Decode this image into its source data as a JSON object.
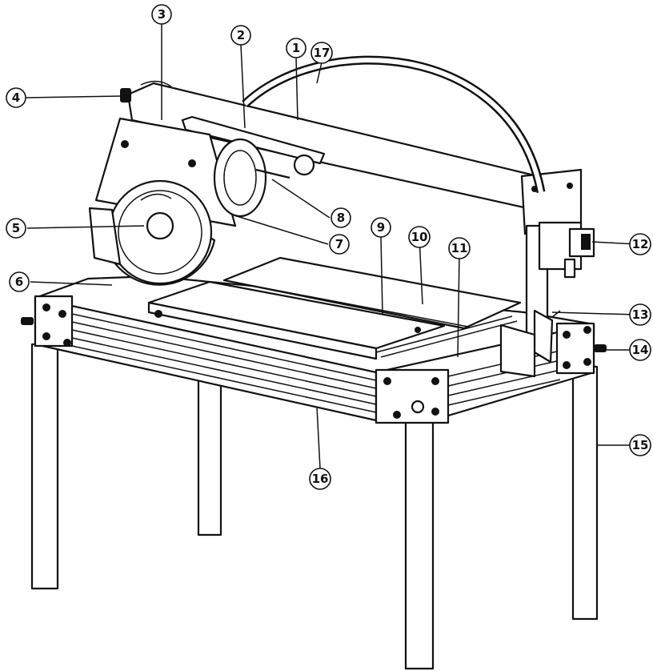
{
  "diagram": {
    "callouts": [
      {
        "id": "c1",
        "label": "1"
      },
      {
        "id": "c2",
        "label": "2"
      },
      {
        "id": "c3",
        "label": "3"
      },
      {
        "id": "c4",
        "label": "4"
      },
      {
        "id": "c5",
        "label": "5"
      },
      {
        "id": "c6",
        "label": "6"
      },
      {
        "id": "c7",
        "label": "7"
      },
      {
        "id": "c8",
        "label": "8"
      },
      {
        "id": "c9",
        "label": "9"
      },
      {
        "id": "c10",
        "label": "10"
      },
      {
        "id": "c11",
        "label": "11"
      },
      {
        "id": "c12",
        "label": "12"
      },
      {
        "id": "c13",
        "label": "13"
      },
      {
        "id": "c14",
        "label": "14"
      },
      {
        "id": "c15",
        "label": "15"
      },
      {
        "id": "c16",
        "label": "16"
      },
      {
        "id": "c17",
        "label": "17"
      }
    ]
  }
}
